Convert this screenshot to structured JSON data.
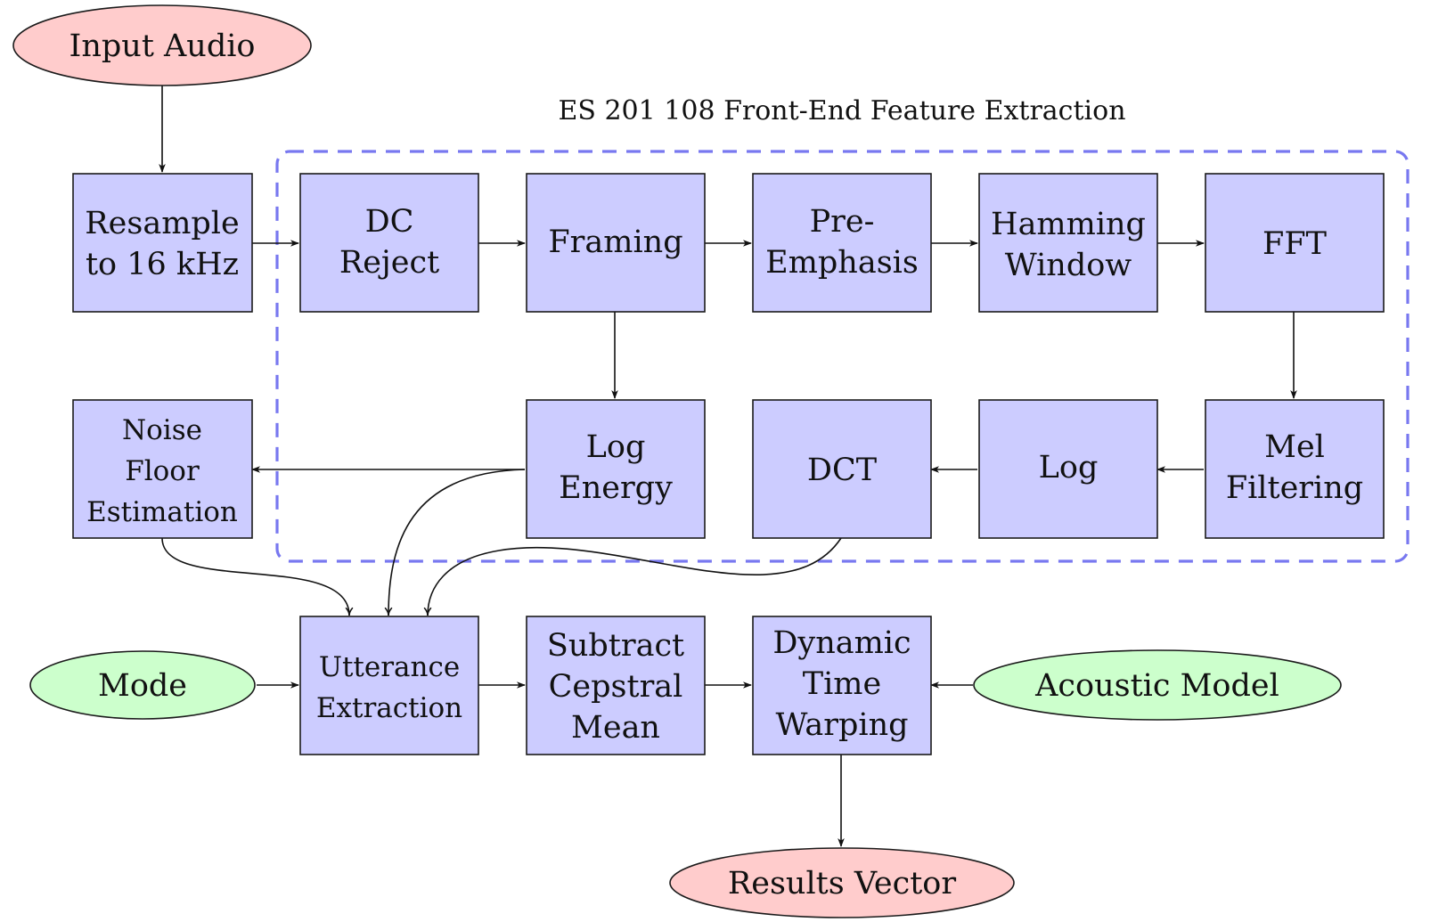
{
  "group": {
    "title": "ES 201 108 Front-End Feature Extraction"
  },
  "nodes": {
    "input_audio": {
      "lines": [
        "Input Audio"
      ]
    },
    "resample": {
      "lines": [
        "Resample",
        "to 16 kHz"
      ]
    },
    "dc_reject": {
      "lines": [
        "DC",
        "Reject"
      ]
    },
    "framing": {
      "lines": [
        "Framing"
      ]
    },
    "pre_emphasis": {
      "lines": [
        "Pre-",
        "Emphasis"
      ]
    },
    "hamming": {
      "lines": [
        "Hamming",
        "Window"
      ]
    },
    "fft": {
      "lines": [
        "FFT"
      ]
    },
    "noise_floor": {
      "lines": [
        "Noise",
        "Floor",
        "Estimation"
      ]
    },
    "log_energy": {
      "lines": [
        "Log",
        "Energy"
      ]
    },
    "dct": {
      "lines": [
        "DCT"
      ]
    },
    "log": {
      "lines": [
        "Log"
      ]
    },
    "mel": {
      "lines": [
        "Mel",
        "Filtering"
      ]
    },
    "mode": {
      "lines": [
        "Mode"
      ]
    },
    "utterance": {
      "lines": [
        "Utterance",
        "Extraction"
      ]
    },
    "subtract": {
      "lines": [
        "Subtract",
        "Cepstral",
        "Mean"
      ]
    },
    "dtw": {
      "lines": [
        "Dynamic",
        "Time",
        "Warping"
      ]
    },
    "acoustic": {
      "lines": [
        "Acoustic Model"
      ]
    },
    "results": {
      "lines": [
        "Results Vector"
      ]
    }
  },
  "edges": [
    [
      "input_audio",
      "resample"
    ],
    [
      "resample",
      "dc_reject"
    ],
    [
      "dc_reject",
      "framing"
    ],
    [
      "framing",
      "pre_emphasis"
    ],
    [
      "pre_emphasis",
      "hamming"
    ],
    [
      "hamming",
      "fft"
    ],
    [
      "fft",
      "mel"
    ],
    [
      "framing",
      "log_energy"
    ],
    [
      "mel",
      "log"
    ],
    [
      "log",
      "dct"
    ],
    [
      "log_energy",
      "noise_floor"
    ],
    [
      "noise_floor",
      "utterance"
    ],
    [
      "log_energy",
      "utterance"
    ],
    [
      "dct",
      "utterance"
    ],
    [
      "mode",
      "utterance"
    ],
    [
      "utterance",
      "subtract"
    ],
    [
      "subtract",
      "dtw"
    ],
    [
      "acoustic",
      "dtw"
    ],
    [
      "dtw",
      "results"
    ]
  ]
}
